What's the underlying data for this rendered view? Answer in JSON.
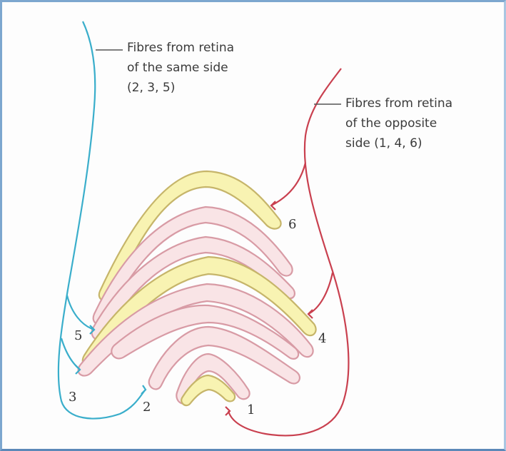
{
  "diagram": {
    "label_same_side": {
      "line1": "Fibres from retina",
      "line2": "of the same side",
      "line3": "(2, 3, 5)"
    },
    "label_opposite_side": {
      "line1": "Fibres from retina",
      "line2": "of the opposite",
      "line3": "side (1, 4, 6)"
    },
    "layer_numbers": {
      "n1": "1",
      "n2": "2",
      "n3": "3",
      "n4": "4",
      "n5": "5",
      "n6": "6"
    },
    "colors": {
      "ipsilateral_fibres": "#3aaecb",
      "contralateral_fibres": "#c9404f",
      "magnocellular_layers": "#f8f3b2",
      "parvocellular_layers": "#f9e4e6"
    }
  }
}
